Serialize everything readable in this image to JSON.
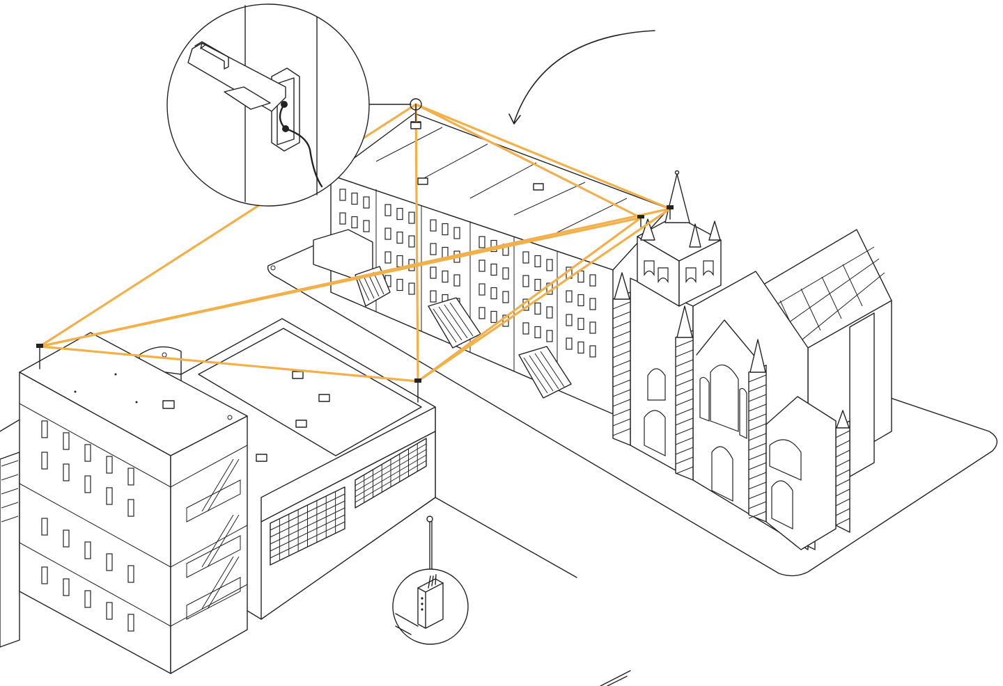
{
  "colors": {
    "mesh_link": "#F2B04A",
    "line_art": "#222222",
    "background": "#FFFFFF"
  },
  "icons": [
    "roof-antenna-mount-detail",
    "router-box-detail",
    "curved-arrow",
    "mesh-node-antenna"
  ]
}
